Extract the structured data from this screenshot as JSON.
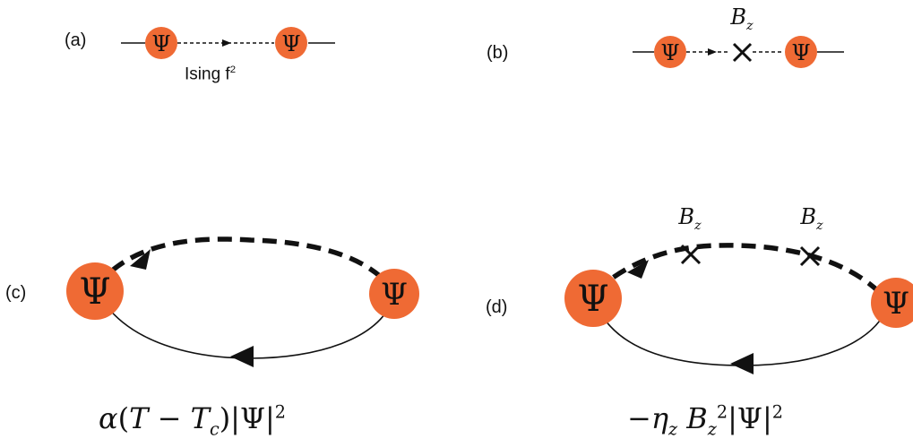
{
  "panels": {
    "a": {
      "label": "(a)",
      "edge_label": "Ising f",
      "edge_label_sup": "2"
    },
    "b": {
      "label": "(b)",
      "vertex_label": "B",
      "vertex_sub": "z"
    },
    "c": {
      "label": "(c)"
    },
    "d": {
      "label": "(d)",
      "vertex_label": "B",
      "vertex_sub": "z"
    }
  },
  "node_symbol": "Ψ",
  "formulas": {
    "c": {
      "text": "α(T − T_c)|Ψ|^2"
    },
    "d": {
      "text": "−η_z B_z^2|Ψ|^2"
    }
  },
  "colors": {
    "node_fill": "#ef6a34",
    "ink": "#111111"
  }
}
